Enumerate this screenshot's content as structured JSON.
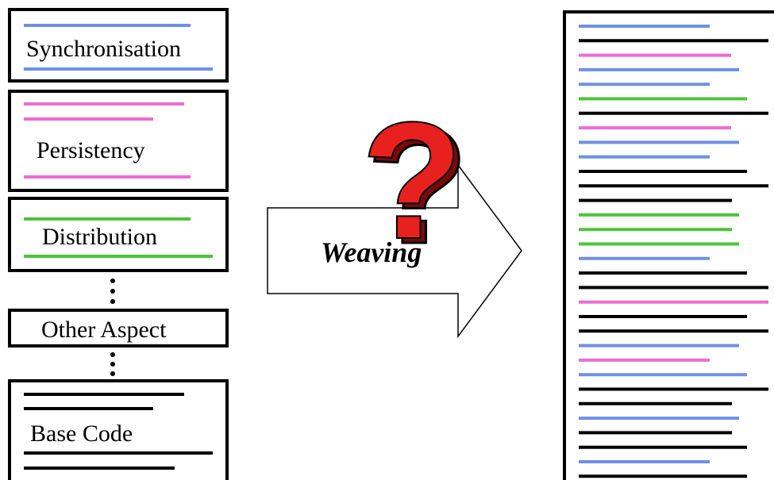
{
  "aspects": [
    {
      "label": "Synchronisation",
      "colors": [
        "blue",
        "blue"
      ]
    },
    {
      "label": "Persistency",
      "colors": [
        "pink",
        "pink",
        "pink"
      ]
    },
    {
      "label": "Distribution",
      "colors": [
        "green",
        "green"
      ]
    },
    {
      "label": "Other Aspect",
      "colors": []
    },
    {
      "label": "Base Code",
      "colors": [
        "black",
        "black",
        "black",
        "black"
      ]
    }
  ],
  "weaving": {
    "label": "Weaving",
    "question_mark": "?"
  },
  "woven_code": {
    "line_colors": [
      "blue",
      "black",
      "pink",
      "blue",
      "blue",
      "green",
      "black",
      "pink",
      "blue",
      "blue",
      "black",
      "black",
      "black",
      "green",
      "green",
      "green",
      "blue",
      "black",
      "black",
      "pink",
      "black",
      "black",
      "blue",
      "pink",
      "blue",
      "black",
      "black",
      "blue",
      "black",
      "black",
      "blue",
      "black"
    ]
  },
  "colors": {
    "blue": "#6f8fe6",
    "pink": "#ee6bd6",
    "green": "#4dc43a",
    "black": "#000000",
    "question_fill": "#e8211f",
    "question_shadow": "#7a0a0a",
    "arrow_fill": "#ffffff",
    "arrow_stroke": "#000000"
  }
}
